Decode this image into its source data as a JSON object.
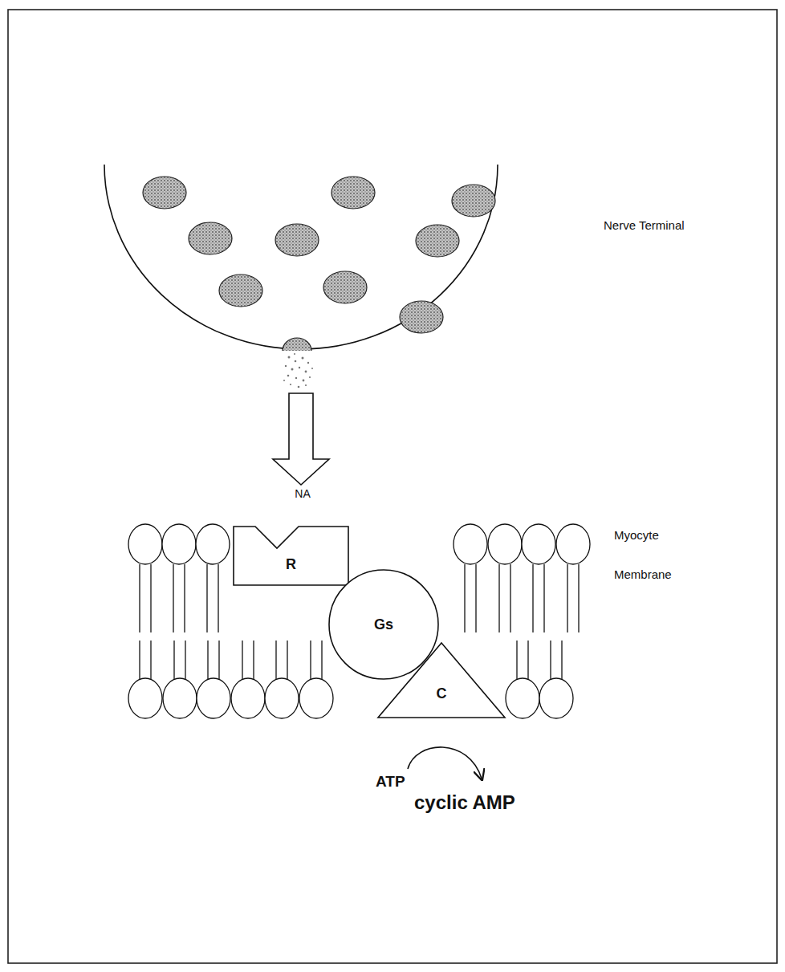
{
  "diagram": {
    "nodes": [
      {
        "text": [
          "R"
        ]
      },
      {
        "text": [
          "Gs"
        ]
      },
      {
        "text": [
          "C"
        ]
      }
    ],
    "labels": [
      "Nerve Terminal",
      "NA",
      "Myocyte",
      "Membrane",
      "ATP",
      "cyclic AMP"
    ]
  }
}
